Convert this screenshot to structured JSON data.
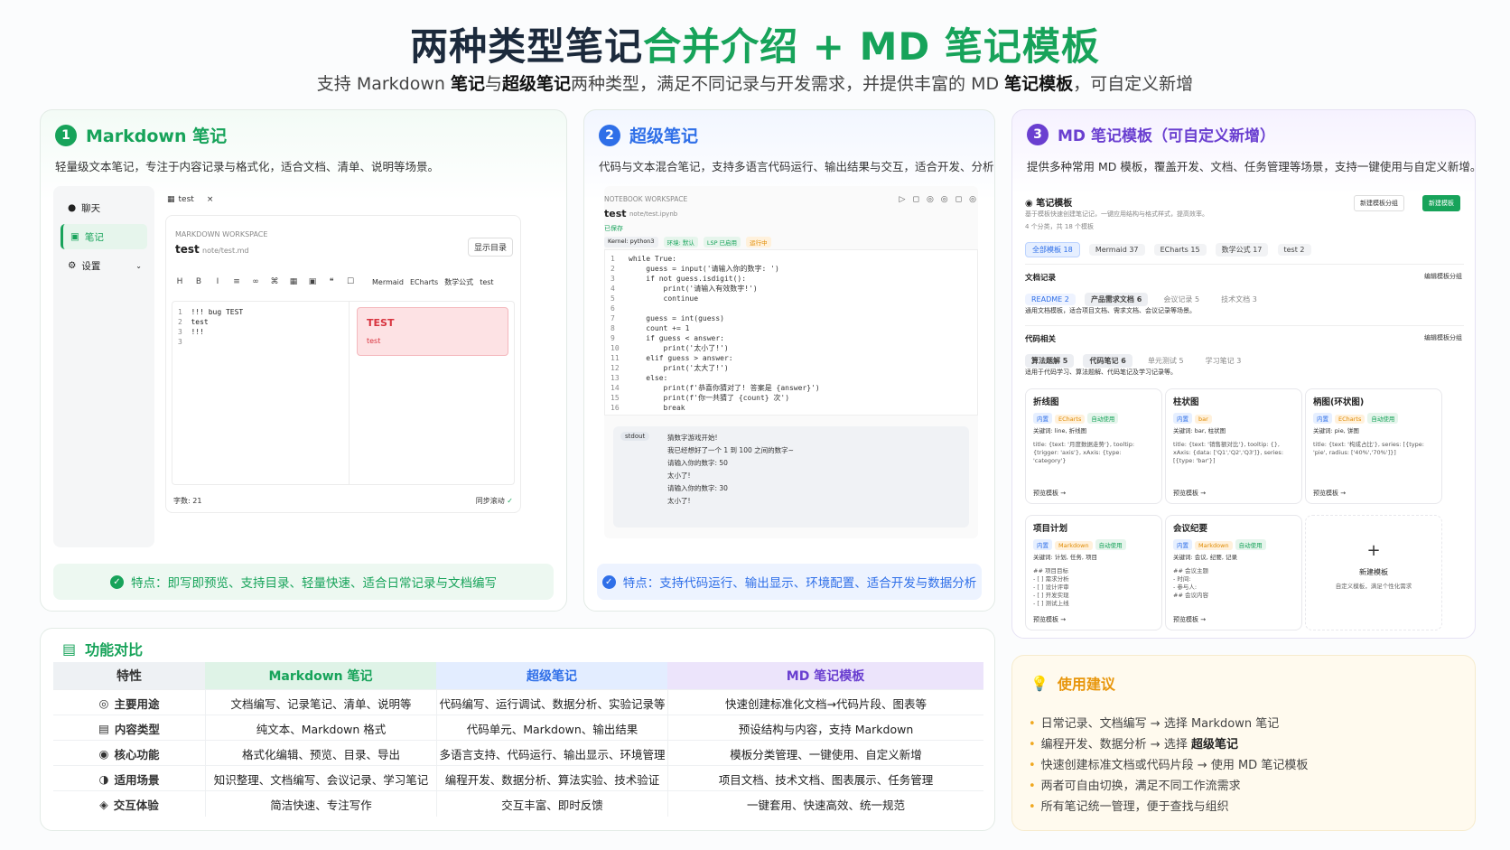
{
  "title": {
    "part1": "两种类型笔记",
    "part2": "合并介绍 + MD 笔记模板"
  },
  "subtitle": {
    "s1": "支持 Markdown ",
    "b1": "笔记",
    "s2": "与",
    "b2": "超级笔记",
    "s3": "两种类型，满足不同记录与开发需求，并提供丰富的 MD ",
    "b3": "笔记模板",
    "s4": "，可自定义新增"
  },
  "colors": {
    "green": "#17a35a",
    "blue": "#2f6fe8",
    "purple": "#6a3fd0",
    "orange": "#f0a820"
  },
  "md": {
    "num": "1",
    "title": "Markdown 笔记",
    "desc": "轻量级文本笔记，专注于内容记录与格式化，适合文档、清单、说明等场景。",
    "sidebar": [
      {
        "icon": "chat-icon",
        "label": "聊天"
      },
      {
        "icon": "note-icon",
        "label": "笔记"
      },
      {
        "icon": "gear-icon",
        "label": "设置"
      }
    ],
    "tab": "test",
    "workspace": "MARKDOWN WORKSPACE",
    "doc_title": "test",
    "doc_path": "note/test.md",
    "toc_btn": "显示目录",
    "toolbar_labels": [
      "Mermaid",
      "ECharts",
      "数学公式",
      "test"
    ],
    "lines": [
      "!!! bug TEST",
      "test",
      "!!!",
      ""
    ],
    "preview_title": "TEST",
    "preview_body": "test",
    "word_count": "字数: 21",
    "sync": "同步滚动",
    "feature": "特点：即写即预览、支持目录、轻量快速、适合日常记录与文档编写"
  },
  "super": {
    "num": "2",
    "title": "超级笔记",
    "desc": "代码与文本混合笔记，支持多语言代码运行、输出结果与交互，适合开发、分析场景。",
    "workspace": "NOTEBOOK WORKSPACE",
    "doc_title": "test",
    "doc_path": "note/test.ipynb",
    "saved": "已保存",
    "kernel": "Kernel: python3",
    "env": "环境: 默认",
    "lsp": "LSP 已启用",
    "running": "运行中",
    "code": [
      {
        "n": "1",
        "t": "while True:"
      },
      {
        "n": "2",
        "t": "    guess = input('请输入你的数字: ')"
      },
      {
        "n": "3",
        "t": "    if not guess.isdigit():"
      },
      {
        "n": "4",
        "t": "        print('请输入有效数字!')"
      },
      {
        "n": "5",
        "t": "        continue"
      },
      {
        "n": "6",
        "t": ""
      },
      {
        "n": "7",
        "t": "    guess = int(guess)"
      },
      {
        "n": "8",
        "t": "    count += 1"
      },
      {
        "n": "9",
        "t": "    if guess < answer:"
      },
      {
        "n": "10",
        "t": "        print('太小了!')"
      },
      {
        "n": "11",
        "t": "    elif guess > answer:"
      },
      {
        "n": "12",
        "t": "        print('太大了!')"
      },
      {
        "n": "13",
        "t": "    else:"
      },
      {
        "n": "14",
        "t": "        print(f'恭喜你猜对了! 答案是 {answer}')"
      },
      {
        "n": "15",
        "t": "        print(f'你一共猜了 {count} 次')"
      },
      {
        "n": "16",
        "t": "        break"
      }
    ],
    "stdout_label": "stdout",
    "stdout": [
      "猜数字游戏开始!",
      "我已经想好了一个 1 到 100 之间的数字~",
      "请输入你的数字: 50",
      "太小了!",
      "请输入你的数字: 30",
      "太小了!"
    ],
    "feature": "特点：支持代码运行、输出显示、环境配置、适合开发与数据分析"
  },
  "tpl": {
    "num": "3",
    "title": "MD 笔记模板（可自定义新增）",
    "desc": "提供多种常用 MD 模板，覆盖开发、文档、任务管理等场景，支持一键使用与自定义新增。",
    "panel_title": "笔记模板",
    "panel_desc": "基于模板快速创建笔记记，一键应用结构与格式样式，提高效率。",
    "panel_count": "4 个分类，共 18 个模板",
    "btn_group": "新建模板分组",
    "btn_new": "新建模板",
    "filters": [
      {
        "l": "全部模板",
        "n": "18"
      },
      {
        "l": "Mermaid",
        "n": "37"
      },
      {
        "l": "ECharts",
        "n": "15"
      },
      {
        "l": "数学公式",
        "n": "17"
      },
      {
        "l": "test",
        "n": "2"
      }
    ],
    "sec1": {
      "title": "文档记录",
      "edit": "编辑模板分组",
      "pills": [
        {
          "l": "README",
          "n": "2"
        },
        {
          "l": "产品需求文档",
          "n": "6"
        },
        {
          "l": "会议记录",
          "n": "5"
        },
        {
          "l": "技术文档",
          "n": "3"
        }
      ],
      "desc": "通用文档模板，适合项目文档、需求文档、会议记录等场景。"
    },
    "sec2": {
      "title": "代码相关",
      "edit": "编辑模板分组",
      "pills": [
        {
          "l": "算法题解",
          "n": "5"
        },
        {
          "l": "代码笔记",
          "n": "6"
        },
        {
          "l": "单元测试",
          "n": "5"
        },
        {
          "l": "学习笔记",
          "n": "3"
        }
      ],
      "desc": "适用于代码学习、算法题解、代码笔记及学习记录等。"
    },
    "cards": [
      {
        "t": "折线图",
        "tag1": "内置",
        "tag2": "ECharts",
        "tag3": "自动使用",
        "kw": "关键词: line, 折线图",
        "x": "title: {text: '月度数据走势'}, tooltip: {trigger: 'axis'}, xAxis: {type: 'category'}",
        "link": "预览模板 →"
      },
      {
        "t": "柱状图",
        "tag1": "内置",
        "tag2": "bar",
        "tag3": "",
        "kw": "关键词: bar, 柱状图",
        "x": "title: {text: '销售额对比'}, tooltip: {}, xAxis: {data: ['Q1','Q2','Q3']}, series: [{type: 'bar'}]",
        "link": "预览模板 →"
      },
      {
        "t": "柄图(环状图)",
        "tag1": "内置",
        "tag2": "ECharts",
        "tag3": "自动使用",
        "kw": "关键词: pie, 饼图",
        "x": "title: {text: '构成占比'}, series: [{type: 'pie', radius: ['40%','70%']}]",
        "link": "预览模板 →"
      },
      {
        "t": "项目计划",
        "tag1": "内置",
        "tag2": "Markdown",
        "tag3": "自动使用",
        "kw": "关键词: 计划, 任务, 项目",
        "x": "## 项目目标\n- [ ] 需求分析\n- [ ] 设计评审\n- [ ] 开发实现\n- [ ] 测试上线",
        "link": "预览模板 →"
      },
      {
        "t": "会议纪要",
        "tag1": "内置",
        "tag2": "Markdown",
        "tag3": "自动使用",
        "kw": "关键词: 会议, 纪要, 记录",
        "x": "## 会议主题\n- 时间: \n- 参与人: \n## 会议内容",
        "link": "预览模板 →"
      }
    ],
    "new_card": {
      "plus": "+",
      "t": "新建模板",
      "d": "自定义模板，满足个性化需求"
    }
  },
  "table": {
    "title": "功能对比",
    "headers": [
      "特性",
      "Markdown 笔记",
      "超级笔记",
      "MD 笔记模板"
    ],
    "rows": [
      {
        "icon": "target-icon",
        "f": "主要用途",
        "a": "文档编写、记录笔记、清单、说明等",
        "b": "代码编写、运行调试、数据分析、实验记录等",
        "c": "快速创建标准化文档→代码片段、图表等"
      },
      {
        "icon": "doc-icon",
        "f": "内容类型",
        "a": "纯文本、Markdown 格式",
        "b": "代码单元、Markdown、输出结果",
        "c": "预设结构与内容，支持 Markdown"
      },
      {
        "icon": "core-icon",
        "f": "核心功能",
        "a": "格式化编辑、预览、目录、导出",
        "b": "多语言支持、代码运行、输出显示、环境管理",
        "c": "模板分类管理、一键使用、自定义新增"
      },
      {
        "icon": "scene-icon",
        "f": "适用场景",
        "a": "知识整理、文档编写、会议记录、学习笔记",
        "b": "编程开发、数据分析、算法实验、技术验证",
        "c": "项目文档、技术文档、图表展示、任务管理"
      },
      {
        "icon": "interact-icon",
        "f": "交互体验",
        "a": "简洁快速、专注写作",
        "b": "交互丰富、即时反馈",
        "c": "一键套用、快速高效、统一规范"
      }
    ]
  },
  "tips": {
    "title": "使用建议",
    "items": [
      {
        "a": "日常记录、文档编写 → 选择 Markdown 笔记",
        "b": ""
      },
      {
        "a": "编程开发、数据分析 → 选择 ",
        "b": "超级笔记"
      },
      {
        "a": "快速创建标准文档或代码片段 → 使用 MD 笔记模板",
        "b": ""
      },
      {
        "a": "两者可自由切换，满足不同工作流需求",
        "b": ""
      },
      {
        "a": "所有笔记统一管理，便于查找与组织",
        "b": ""
      }
    ]
  }
}
